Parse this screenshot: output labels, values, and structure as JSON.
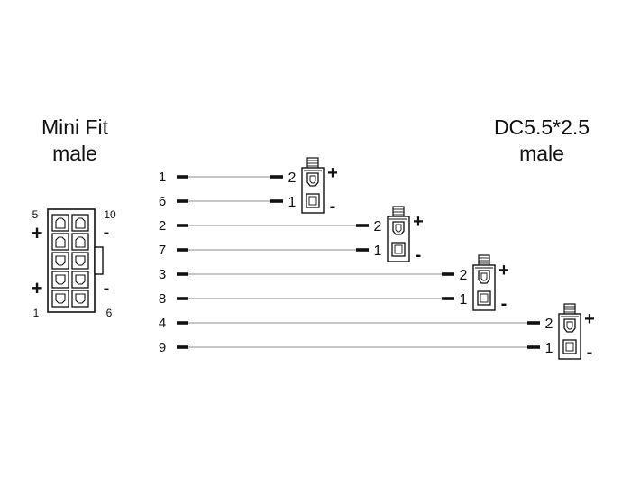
{
  "left_connector": {
    "title_line1": "Mini Fit",
    "title_line2": "male",
    "pin_top_left": "5",
    "pin_top_right": "10",
    "pin_bottom_left": "1",
    "pin_bottom_right": "6",
    "plus_sign": "+",
    "minus_sign": "-"
  },
  "right_connector": {
    "title_line1": "DC5.5*2.5",
    "title_line2": "male"
  },
  "wires": [
    {
      "source_pin": "1",
      "dest_pin": "2",
      "polarity": "+"
    },
    {
      "source_pin": "6",
      "dest_pin": "1",
      "polarity": "-"
    },
    {
      "source_pin": "2",
      "dest_pin": "2",
      "polarity": "+"
    },
    {
      "source_pin": "7",
      "dest_pin": "1",
      "polarity": "-"
    },
    {
      "source_pin": "3",
      "dest_pin": "2",
      "polarity": "+"
    },
    {
      "source_pin": "8",
      "dest_pin": "1",
      "polarity": "-"
    },
    {
      "source_pin": "4",
      "dest_pin": "2",
      "polarity": "+"
    },
    {
      "source_pin": "9",
      "dest_pin": "1",
      "polarity": "-"
    }
  ],
  "colors": {
    "line": "#111111",
    "wire": "#b4b4b4"
  }
}
